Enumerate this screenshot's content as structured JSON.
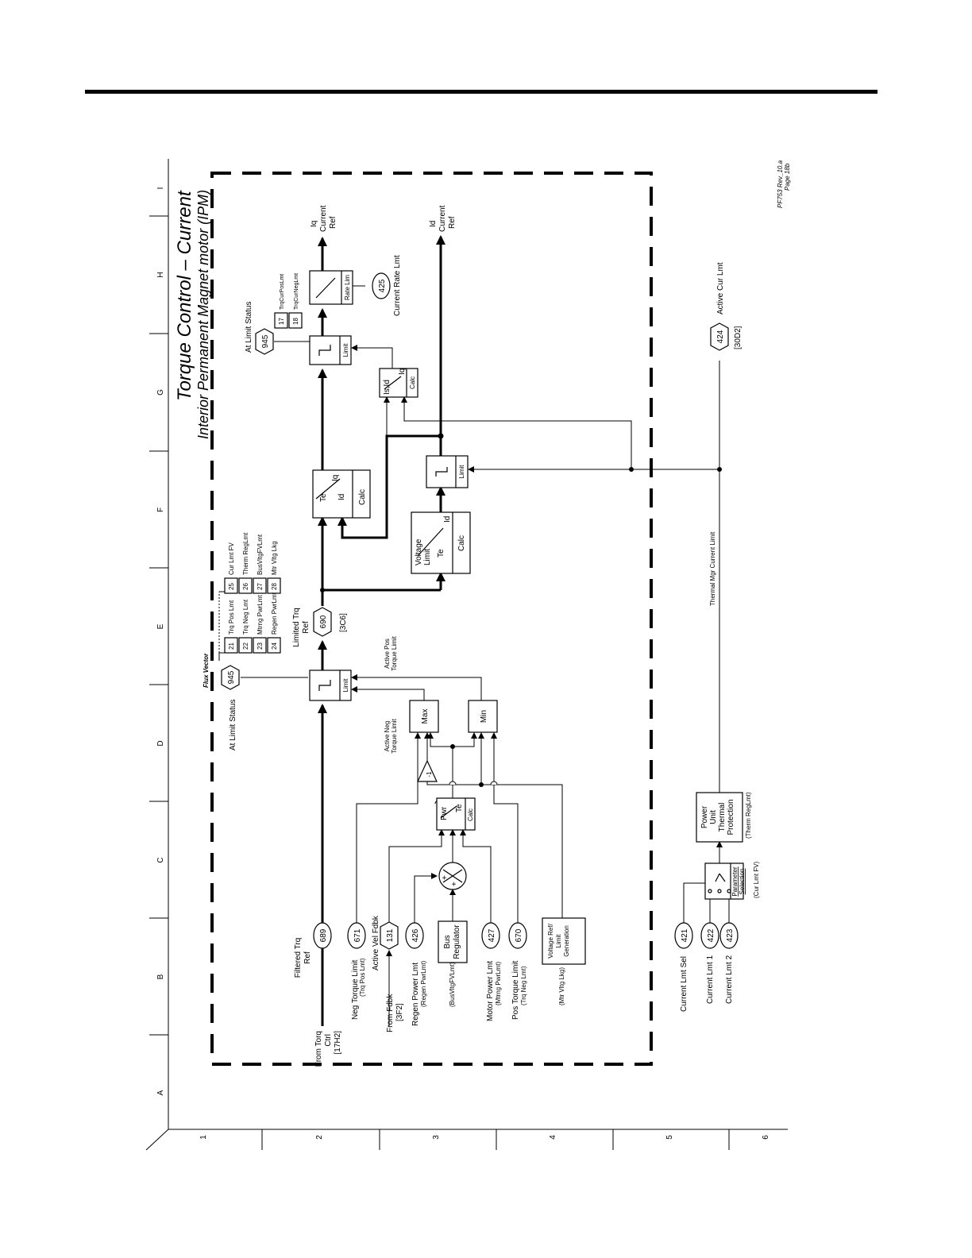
{
  "title": "Torque Control – Current",
  "subtitle": "Interior Permanent Magnet motor (IPM)",
  "revision": "PF753 Rev_10.a",
  "page": "Page 18b",
  "grid": {
    "columns": [
      "A",
      "B",
      "C",
      "D",
      "E",
      "F",
      "G",
      "H",
      "I"
    ],
    "rows": [
      "1",
      "2",
      "3",
      "4",
      "5",
      "6"
    ]
  },
  "inputs": {
    "from_torq_ctrl": "From Torq\nCtrl\n[17H2]",
    "neg_torque_limit": "Neg Torque Limit",
    "neg_torque_limit_sub": "(Trq Pos Lmt)",
    "from_fdbk": "From Fdbk\n[3F2]",
    "regen_power_lmt": "Regen Power Lmt",
    "regen_power_lmt_sub": "(Regen PwrLmt)",
    "busvltgfvlmt_sub": "(BusVltgFVLmt)",
    "motor_power_lmt": "Motor Power Lmt",
    "motor_power_lmt_sub": "(Mtrng PwrLmt)",
    "pos_torque_limit": "Pos Torque Limit",
    "pos_torque_limit_sub": "(Trq Neg Lmt)",
    "mtr_vltg_lkg_sub": "(Mtr Vltg Lkg)",
    "current_lmt_sel": "Current Lmt Sel",
    "current_lmt_1": "Current Lmt 1",
    "current_lmt_2": "Current Lmt 2"
  },
  "params": {
    "p689": "689",
    "p671": "671",
    "p131": "131",
    "p426": "426",
    "p427": "427",
    "p670": "670",
    "p421": "421",
    "p422": "422",
    "p423": "423",
    "p945a": "945",
    "p945b": "945",
    "p690": "690",
    "p425": "425",
    "p424": "424"
  },
  "labels": {
    "filtered_trq_ref": "Filtered Trq\nRef",
    "active_vel_fdbk": "Active Vel Fdbk",
    "at_limit_status_1": "At Limit Status",
    "flux_vector": "Flux Vector",
    "active_neg_torque_limit": "Active Neg\nTorque Limit",
    "active_pos_torque_limit": "Active Pos\nTorque Limit",
    "limited_trq_ref": "Limited Trq\nRef",
    "ref_3c6": "[3C6]",
    "at_limit_status_2": "At Limit Status",
    "current_rate_lmt": "Current Rate Lmt",
    "iq_current_ref": "Iq\nCurrent\nRef",
    "id_current_ref": "Id\nCurrent\nRef",
    "active_cur_lmt": "Active Cur Lmt",
    "ref_30d2": "[30D2]",
    "thermal_mgr_current_limit": "Thermal Mgr Current Limit"
  },
  "blocks": {
    "bus_regulator": "Bus\nRegulator",
    "voltage_ref_limit_generation": "Voltage Ref/\nLimit\nGeneration",
    "power_unit_thermal_protection": "Power\nUnit\nThermal\nProtection",
    "therm_reglmt_sub": "(Therm RegLmt)",
    "parameter_selection": "Parameter\nSelection",
    "cur_lmt_fv_sub": "(Cur Lmt FV)",
    "max": "Max",
    "min": "Min",
    "neg1": "-1",
    "limit": "Limit",
    "calc": "Calc",
    "rate_lim": "Rate Lim",
    "te": "Te",
    "iq": "Iq",
    "id": "Id",
    "pwr": "Pwr",
    "is_id": "Is,Id",
    "voltage_limit": "Voltage\nLimit",
    "plus": "+"
  },
  "status_bits_945a": [
    {
      "bit": "21",
      "name": "Trq Pos Lmt"
    },
    {
      "bit": "22",
      "name": "Trq Neg Lmt"
    },
    {
      "bit": "23",
      "name": "Mtrng PwrLmt"
    },
    {
      "bit": "24",
      "name": "Regen PwrLmt"
    },
    {
      "bit": "25",
      "name": "Cur Lmt FV"
    },
    {
      "bit": "26",
      "name": "Therm RegLmt"
    },
    {
      "bit": "27",
      "name": "BusVltgFVLmt"
    },
    {
      "bit": "28",
      "name": "Mtr Vltg Lkg"
    }
  ],
  "status_bits_945b": [
    {
      "bit": "17",
      "name": "TrqCurPosLmt"
    },
    {
      "bit": "18",
      "name": "TrqCurNegLmt"
    }
  ]
}
